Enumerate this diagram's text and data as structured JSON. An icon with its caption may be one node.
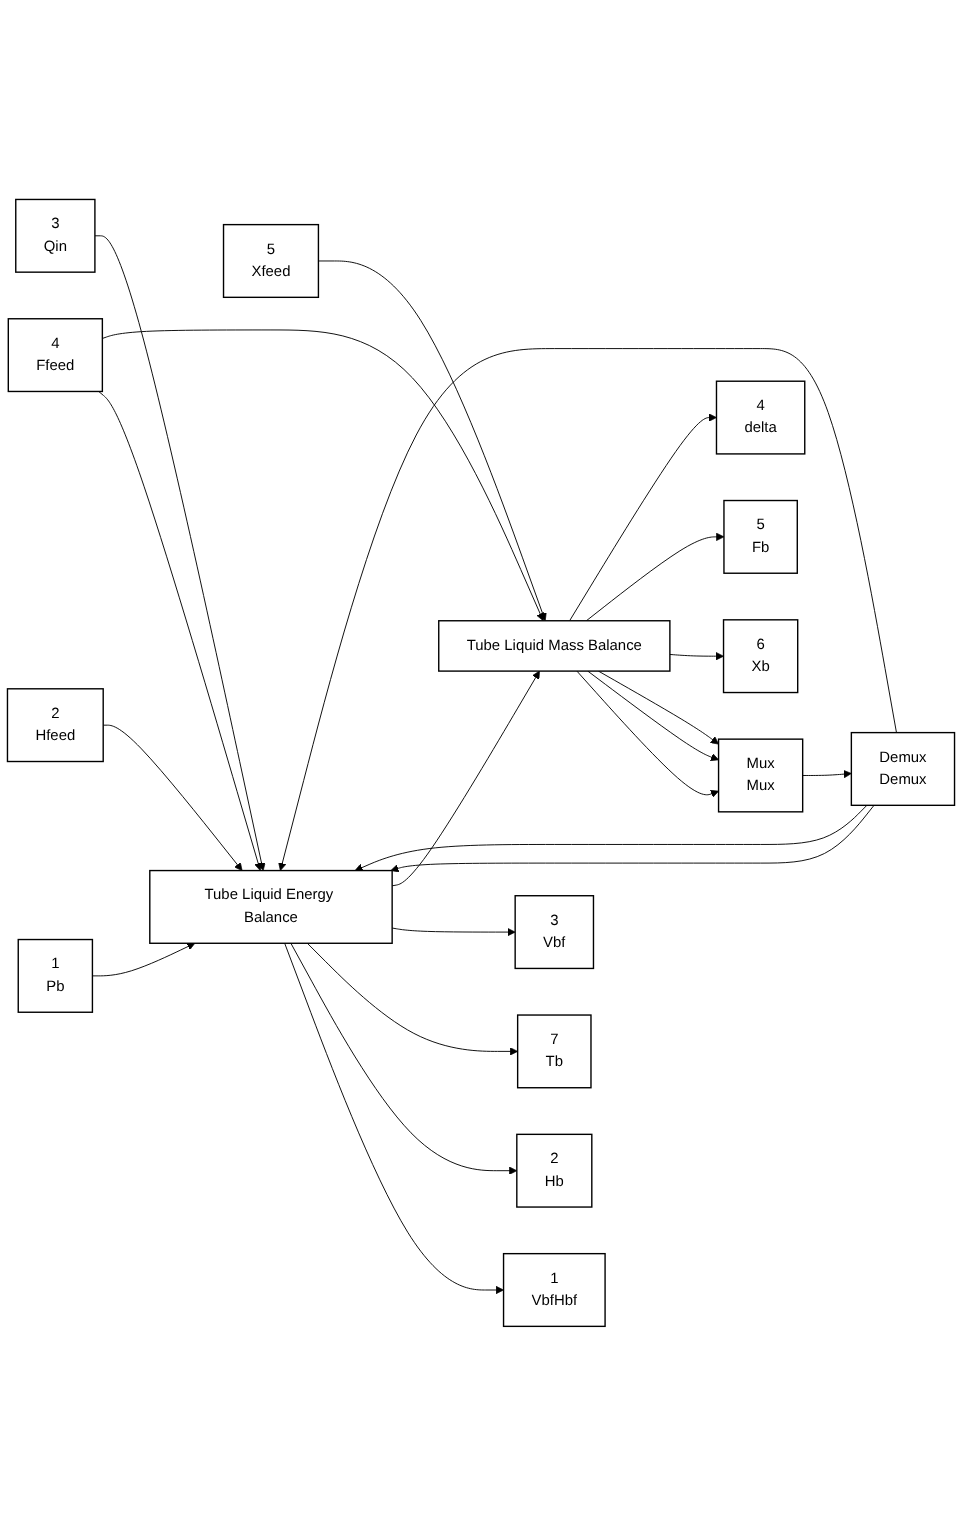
{
  "diagram": {
    "nodes": [
      {
        "text": [
          "Demux",
          "Demux"
        ]
      },
      {
        "text": [
          "Tube Liquid Energy Balance"
        ]
      },
      {
        "text": [
          "1",
          "VbfHbf"
        ]
      },
      {
        "text": [
          "1",
          "Pb"
        ]
      },
      {
        "text": [
          "2",
          "Hb"
        ]
      },
      {
        "text": [
          "2",
          "Hfeed"
        ]
      },
      {
        "text": [
          "7",
          "Tb"
        ]
      },
      {
        "text": [
          "3",
          "Vbf"
        ]
      },
      {
        "text": [
          "3",
          "Qin"
        ]
      },
      {
        "text": [
          "Tube Liquid Mass Balance"
        ]
      },
      {
        "text": [
          "Mux",
          "Mux"
        ]
      },
      {
        "text": [
          "4",
          "Ffeed"
        ]
      },
      {
        "text": [
          "6",
          "Xb"
        ]
      },
      {
        "text": [
          "5",
          "Xfeed"
        ]
      },
      {
        "text": [
          "5",
          "Fb"
        ]
      },
      {
        "text": [
          "4",
          "delta"
        ]
      }
    ],
    "edges": [
      {
        "from": 10,
        "to": 0,
        "arrow": "to"
      },
      {
        "from": 0,
        "to": 1,
        "arrow": "to"
      },
      {
        "from": 0,
        "to": 1,
        "arrow": "to"
      },
      {
        "from": 0,
        "to": 1,
        "arrow": "to"
      },
      {
        "from": 3,
        "to": 1,
        "arrow": "to"
      },
      {
        "from": 5,
        "to": 1,
        "arrow": "to"
      },
      {
        "from": 8,
        "to": 1,
        "arrow": "to"
      },
      {
        "from": 11,
        "to": 1,
        "arrow": "to"
      },
      {
        "from": 1,
        "to": 2,
        "arrow": "to"
      },
      {
        "from": 1,
        "to": 4,
        "arrow": "to"
      },
      {
        "from": 1,
        "to": 6,
        "arrow": "to"
      },
      {
        "from": 1,
        "to": 7,
        "arrow": "to"
      },
      {
        "from": 1,
        "to": 9,
        "arrow": "to"
      },
      {
        "from": 11,
        "to": 9,
        "arrow": "to"
      },
      {
        "from": 13,
        "to": 9,
        "arrow": "to"
      },
      {
        "from": 9,
        "to": 10,
        "arrow": "to"
      },
      {
        "from": 9,
        "to": 10,
        "arrow": "to"
      },
      {
        "from": 9,
        "to": 10,
        "arrow": "to"
      },
      {
        "from": 9,
        "to": 12,
        "arrow": "to"
      },
      {
        "from": 9,
        "to": 14,
        "arrow": "to"
      },
      {
        "from": 9,
        "to": 15,
        "arrow": "to"
      }
    ]
  }
}
